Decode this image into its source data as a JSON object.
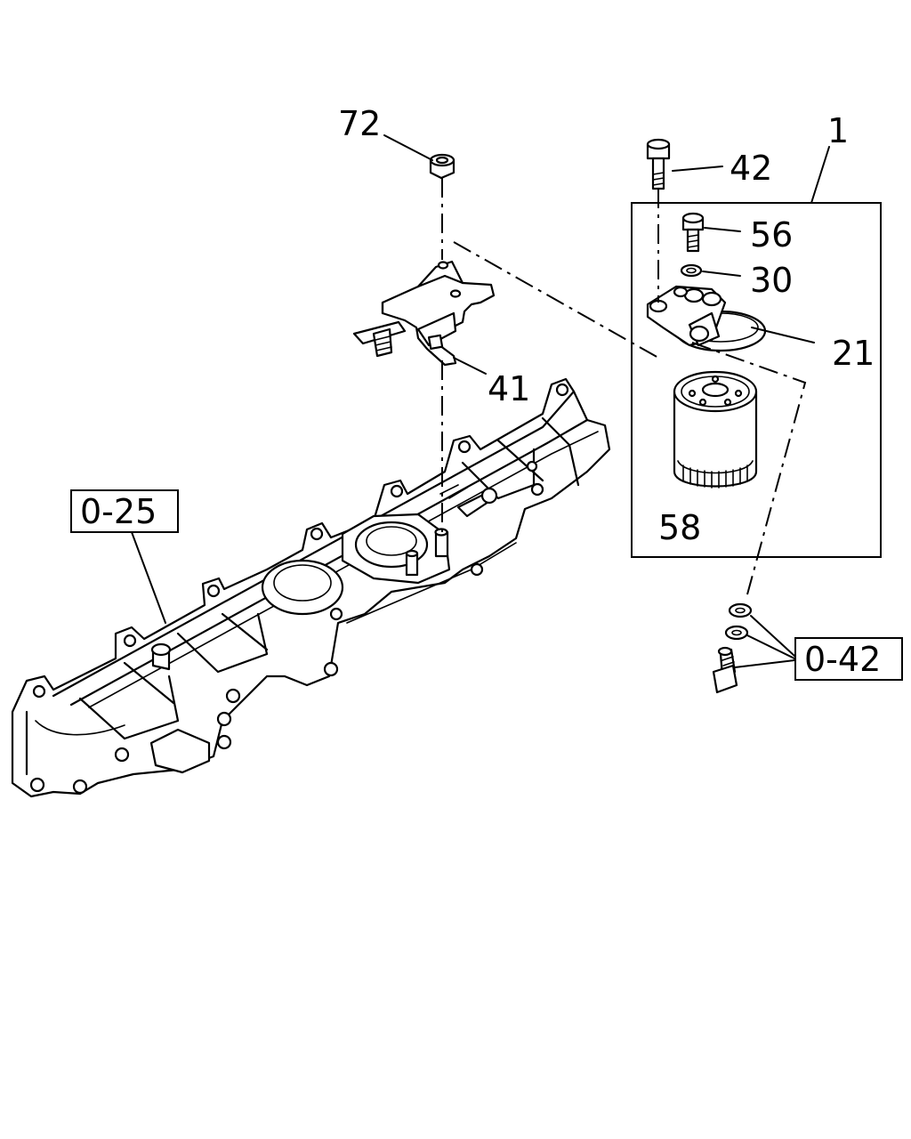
{
  "callouts": {
    "c72": "72",
    "c1": "1",
    "c42": "42",
    "c56": "56",
    "c30": "30",
    "c21": "21",
    "c41": "41",
    "c58": "58"
  },
  "references": {
    "r025": "0-25",
    "r042": "0-42"
  }
}
